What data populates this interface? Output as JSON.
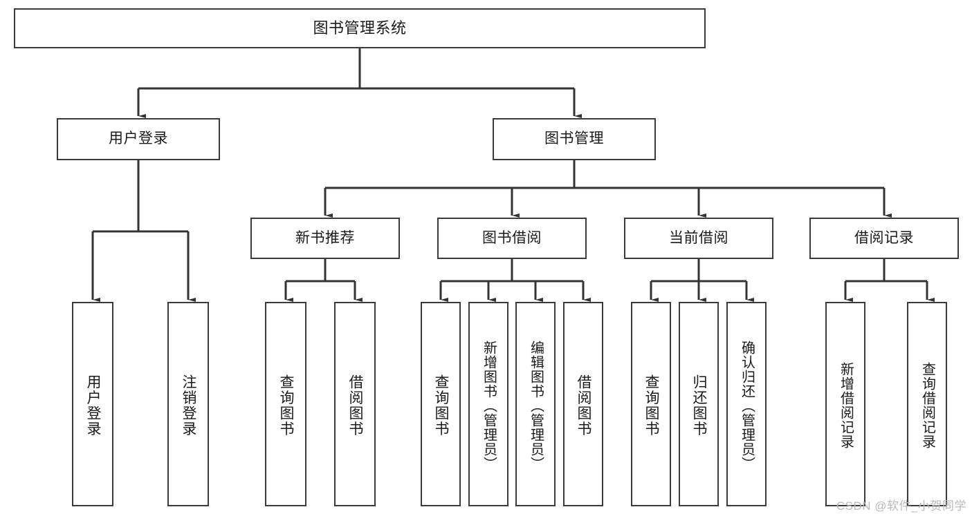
{
  "diagram": {
    "title": "图书管理系统",
    "root": {
      "id": "root",
      "label": "图书管理系统"
    },
    "level1": [
      {
        "id": "user-login",
        "label": "用户登录"
      },
      {
        "id": "book-management",
        "label": "图书管理"
      }
    ],
    "level2": [
      {
        "id": "new-book-recommend",
        "label": "新书推荐"
      },
      {
        "id": "book-borrow",
        "label": "图书借阅"
      },
      {
        "id": "current-borrow",
        "label": "当前借阅"
      },
      {
        "id": "borrow-record",
        "label": "借阅记录"
      }
    ],
    "leaves": {
      "user_login": [
        {
          "id": "leaf-user-login",
          "label": "用户登录"
        },
        {
          "id": "leaf-logout-login",
          "label": "注销登录"
        }
      ],
      "new_book_recommend": [
        {
          "id": "leaf-query-book-1",
          "label": "查询图书"
        },
        {
          "id": "leaf-borrow-book-1",
          "label": "借阅图书"
        }
      ],
      "book_borrow": [
        {
          "id": "leaf-query-book-2",
          "label": "查询图书"
        },
        {
          "id": "leaf-add-book",
          "label": "新增图书（管理员）"
        },
        {
          "id": "leaf-edit-book",
          "label": "编辑图书（管理员）"
        },
        {
          "id": "leaf-borrow-book-2",
          "label": "借阅图书"
        }
      ],
      "current_borrow": [
        {
          "id": "leaf-query-book-3",
          "label": "查询图书"
        },
        {
          "id": "leaf-return-book",
          "label": "归还图书"
        },
        {
          "id": "leaf-confirm-return",
          "label": "确认归还（管理员）"
        }
      ],
      "borrow_record": [
        {
          "id": "leaf-add-record",
          "label": "新增借阅记录"
        },
        {
          "id": "leaf-query-record",
          "label": "查询借阅记录"
        }
      ]
    }
  },
  "watermark": {
    "text": "CSDN @软件_小贺同学"
  },
  "colors": {
    "box_border": "#3a3a3a",
    "connector": "#333333",
    "background": "#ffffff",
    "text": "#1a1a1a",
    "watermark": "#b9b9b9"
  }
}
